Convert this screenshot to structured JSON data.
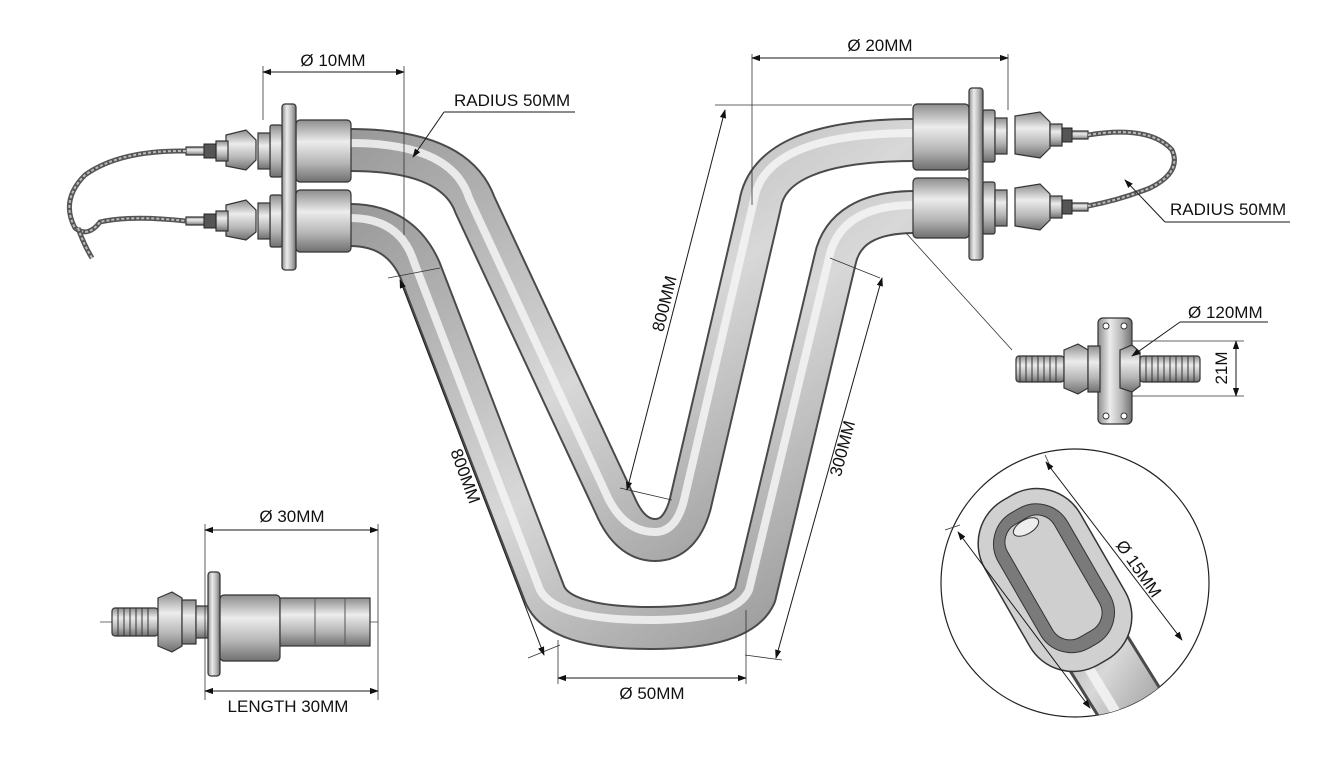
{
  "drawing": {
    "labels": {
      "dia_10": "Ø 10MM",
      "radius_top": "RADIUS 50MM",
      "dia_20": "Ø 20MM",
      "radius_right": "RADIUS 50MM",
      "len_800_top": "800MM",
      "dia_120": "Ø 120MM",
      "len_21m": "21M",
      "len_800_left": "800MM",
      "len_300": "300MM",
      "dia_15": "Ø 15MM",
      "dia_30": "Ø 30MM",
      "dia_50": "Ø 50MM",
      "length_30": "LENGTH 30MM"
    }
  }
}
